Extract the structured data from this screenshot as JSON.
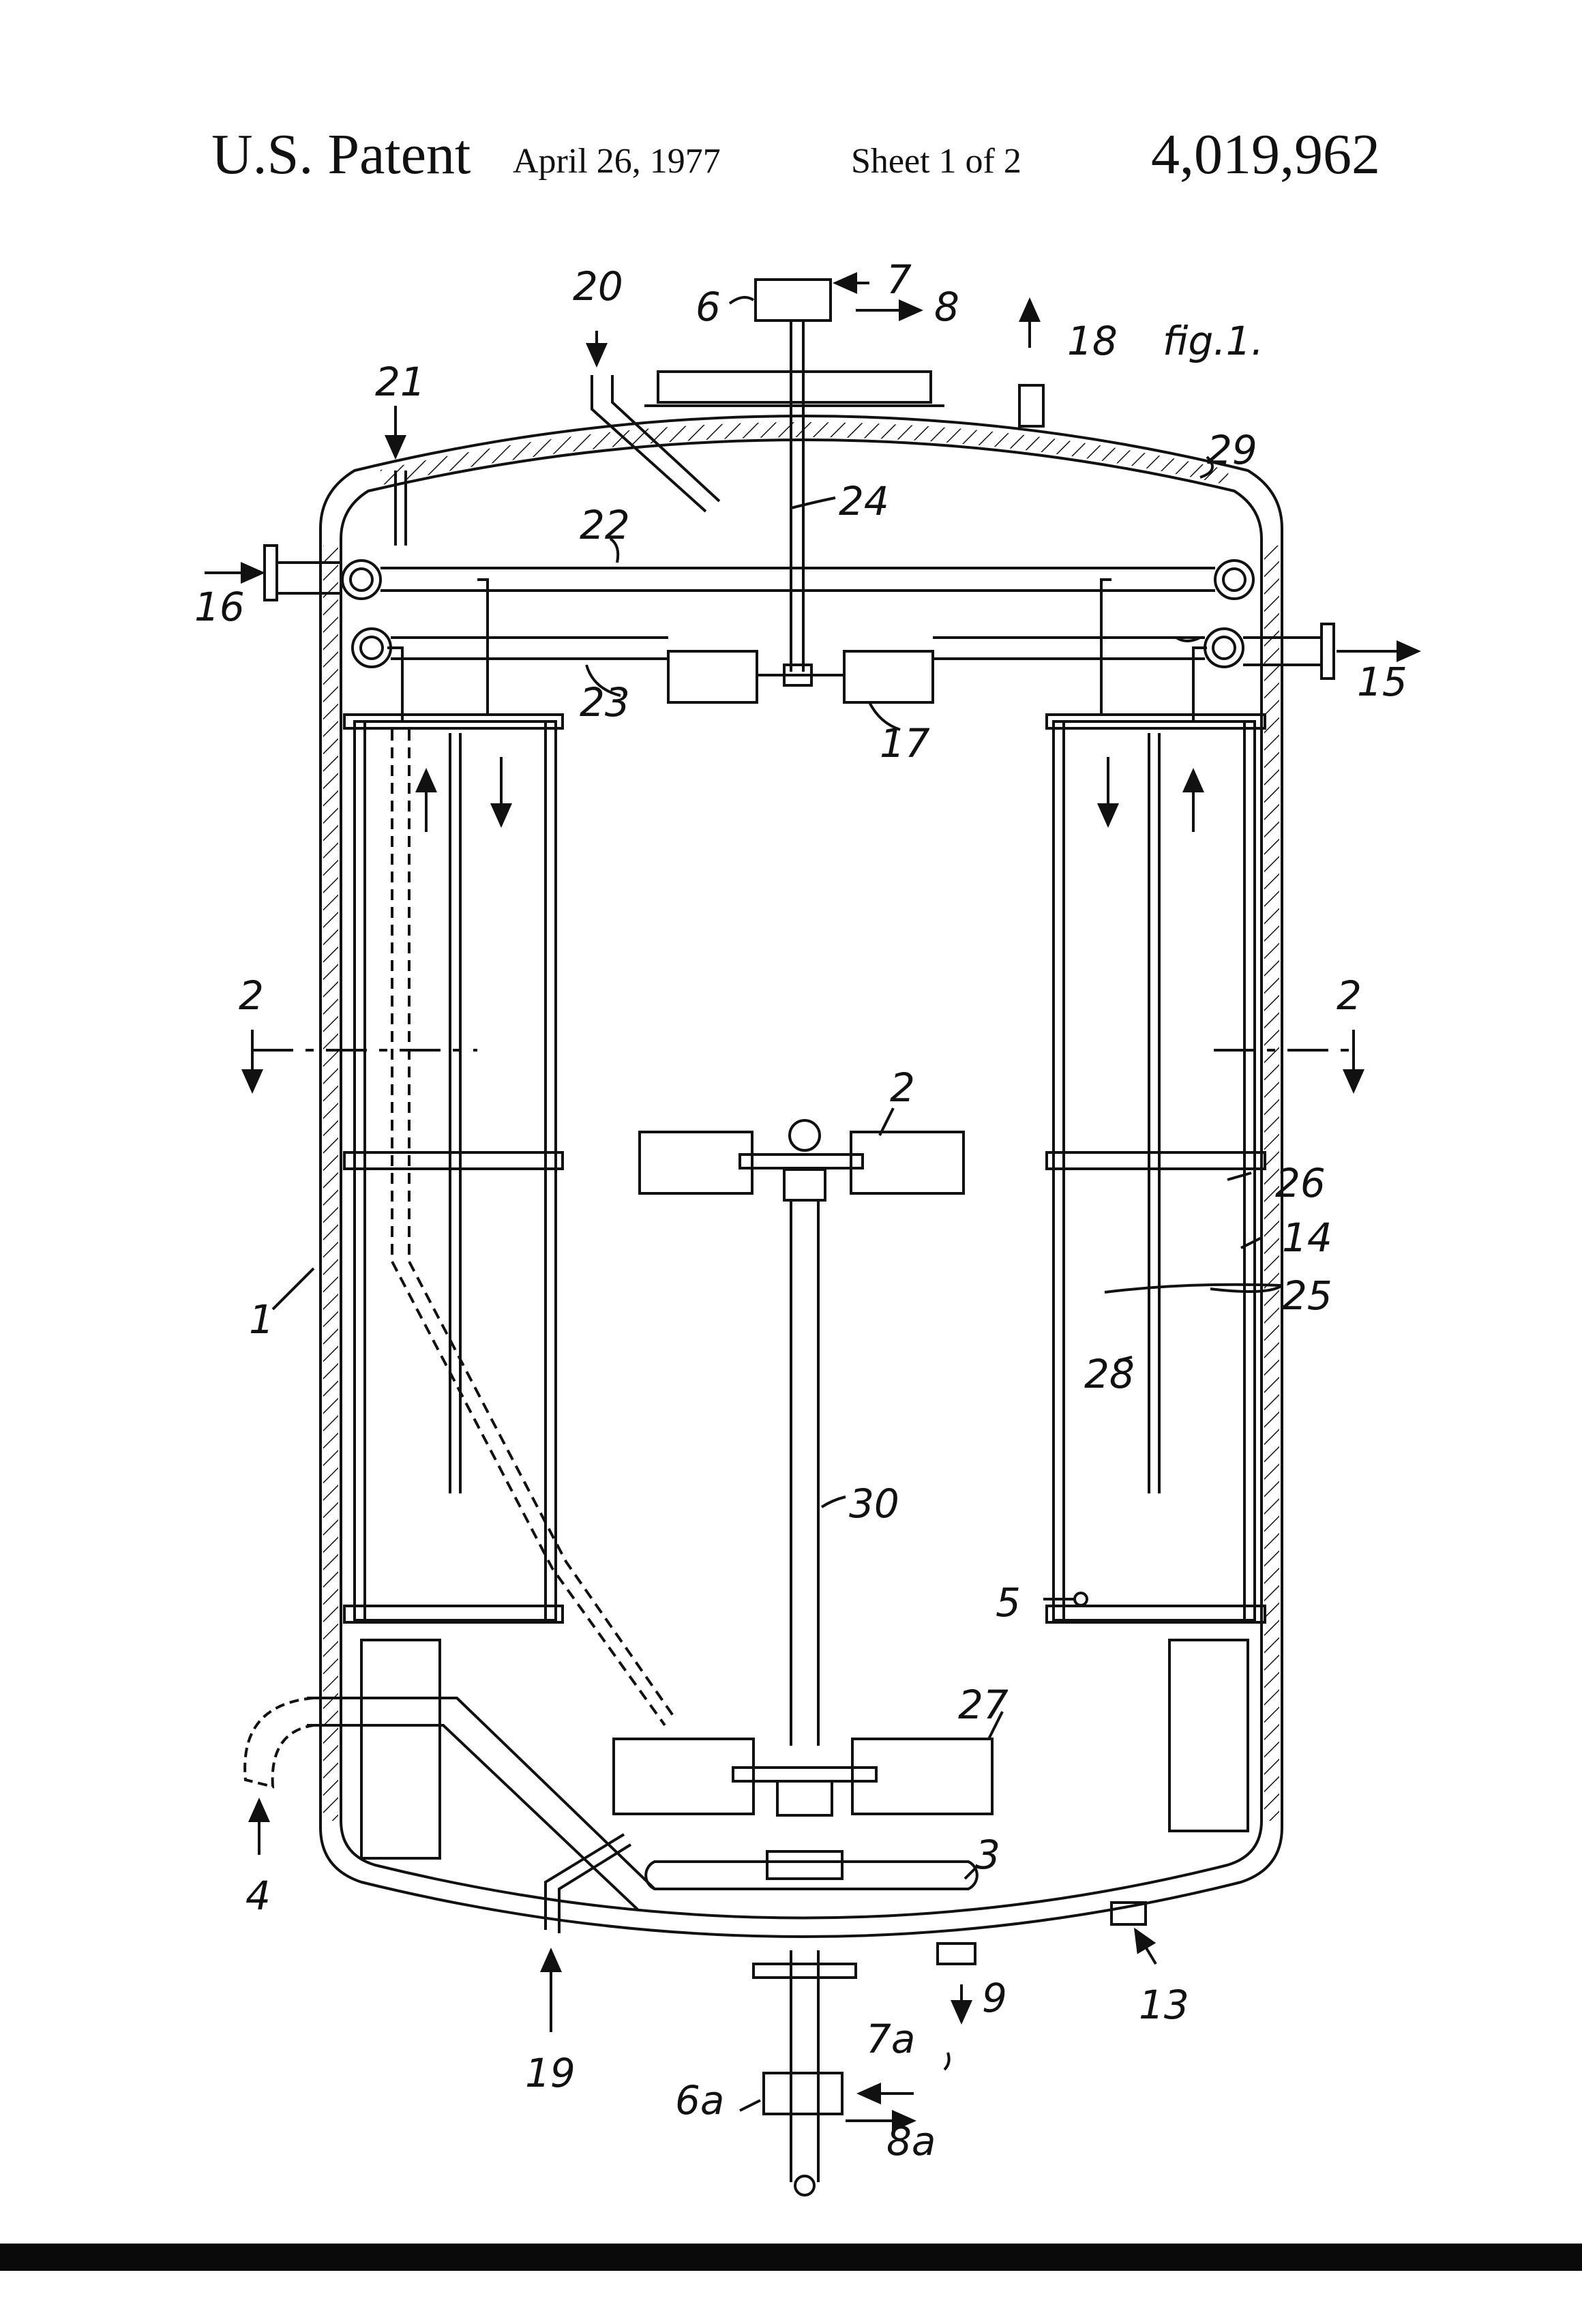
{
  "header": {
    "patent": "U.S. Patent",
    "date": "April 26, 1977",
    "sheet": "Sheet 1 of 2",
    "number": "4,019,962"
  },
  "figure": {
    "label": "fig.1."
  },
  "reference_numerals": {
    "n1": "1",
    "n2": "2",
    "n3": "3",
    "n4": "4",
    "n5": "5",
    "n6": "6",
    "n6a": "6a",
    "n7": "7",
    "n7a": "7a",
    "n8": "8",
    "n8a": "8a",
    "n9": "9",
    "n13": "13",
    "n14": "14",
    "n15": "15",
    "n16": "16",
    "n17": "17",
    "n18": "18",
    "n19": "19",
    "n20": "20",
    "n21": "21",
    "n22": "22",
    "n23": "23",
    "n24": "24",
    "n25": "25",
    "n26": "26",
    "n27": "27",
    "n28": "28",
    "n29": "29",
    "n30": "30",
    "section_left": "2",
    "section_right": "2"
  }
}
